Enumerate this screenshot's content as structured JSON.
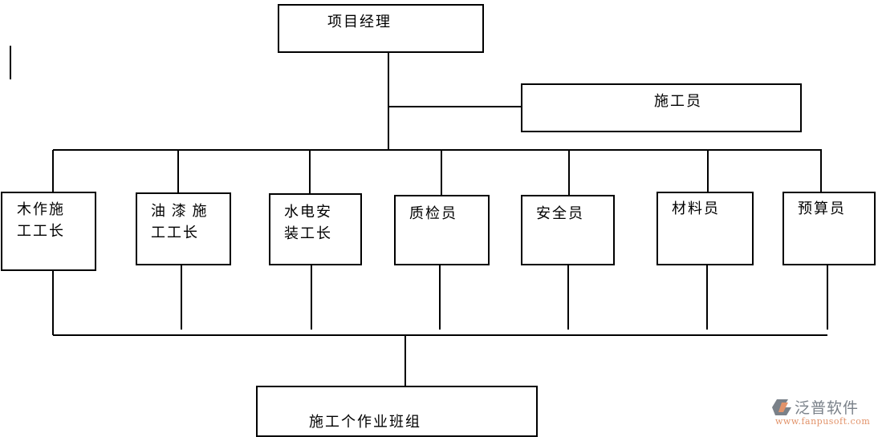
{
  "nodes": {
    "manager": "项目经理",
    "constructor": "施工员",
    "carpentry": [
      "木作施",
      "工工长"
    ],
    "painting": [
      "油 漆 施",
      "工工长"
    ],
    "plumbing": [
      "水电安",
      "装工长"
    ],
    "quality": "质检员",
    "safety": "安全员",
    "materials": "材料员",
    "budget": "预算员",
    "teams": "施工个作业班组"
  },
  "watermark": {
    "brand": "泛普软件",
    "url": "www.fanpusoft.com",
    "colors": {
      "gray": "#7a8189",
      "orange": "#e2936a"
    }
  }
}
